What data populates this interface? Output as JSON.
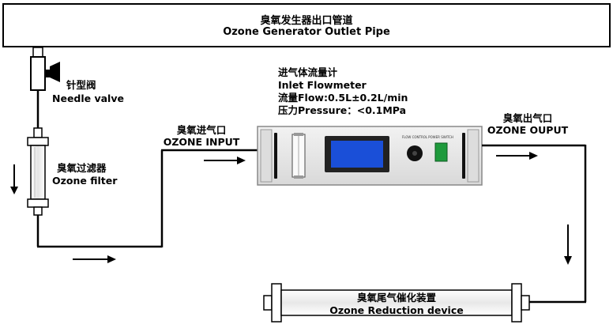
{
  "outlet_pipe": {
    "label_cn": "臭氧发生器出口管道",
    "label_en": "Ozone Generator Outlet Pipe"
  },
  "needle_valve": {
    "label_cn": "针型阀",
    "label_en": "Needle valve"
  },
  "ozone_filter": {
    "label_cn": "臭氧过滤器",
    "label_en": "Ozone filter"
  },
  "inlet_flowmeter": {
    "label_cn": "进气体流量计",
    "label_en": "Inlet Flowmeter",
    "flow_spec": "流量Flow:0.5L±0.2L/min",
    "pressure_spec": "压力Pressure：<0.1MPa"
  },
  "ozone_input": {
    "label_cn": "臭氧进气口",
    "label_en": "OZONE INPUT"
  },
  "ozone_output": {
    "label_cn": "臭氧出气口",
    "label_en": "OZONE OUPUT"
  },
  "reduction_device": {
    "label_cn": "臭氧尾气催化装置",
    "label_en": "Ozone Reduction device"
  },
  "panel": {
    "flow_control_label": "FLOW CONTROL",
    "power_switch_label": "POWER SWITCH"
  },
  "colors": {
    "line": "#000000",
    "display": "#1a4fd8",
    "switch": "#1e9a3c",
    "panel": "#e6e6e6"
  }
}
